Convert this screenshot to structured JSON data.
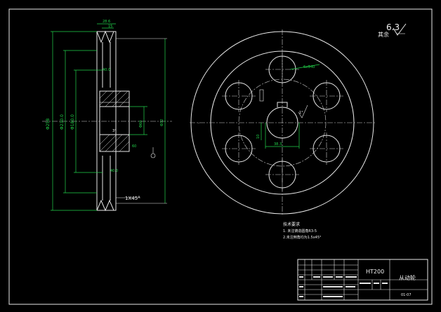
{
  "drawing": {
    "roughness": {
      "value": "6.3",
      "label": "其余"
    },
    "dims_side": {
      "d_outer": "Φ258",
      "d_groove": "Φ230.0",
      "d_hub": "Φ180.0",
      "d_bore_big": "Φ60",
      "d_shaft": "Φ32",
      "top_width": "28.6",
      "top_pitch": "15",
      "hub_len": "40.0",
      "bottom_len": "40.0",
      "chamfer": "1X45°",
      "mid_mark": "3°",
      "key_mark": "60"
    },
    "dims_front": {
      "hole": "6xΦ40",
      "key_width": "38.3",
      "key_depth": "10",
      "angle_mark": "1°",
      "axis_mark": "-"
    },
    "notes": {
      "title": "技术要求",
      "line1": "1. 未注铸造圆角R3-5",
      "line2": "2.未注倒角均为1.5x45°"
    },
    "title_block": {
      "material": "HT200",
      "part_name": "从动轮",
      "drawing_no": "01-07"
    }
  }
}
